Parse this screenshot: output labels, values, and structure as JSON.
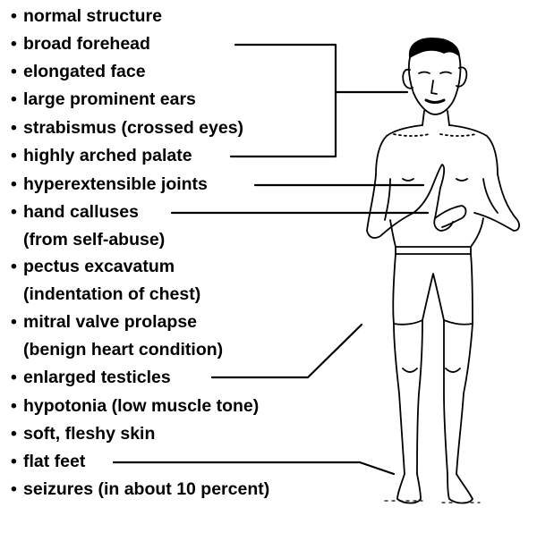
{
  "features": [
    {
      "text": "normal structure"
    },
    {
      "text": "broad forehead"
    },
    {
      "text": "elongated face"
    },
    {
      "text": "large prominent ears"
    },
    {
      "text": "strabismus (crossed eyes)"
    },
    {
      "text": "highly arched palate"
    },
    {
      "text": "hyperextensible joints"
    },
    {
      "text": "hand calluses",
      "note": "(from self-abuse)"
    },
    {
      "text": "pectus excavatum",
      "note": "(indentation of chest)"
    },
    {
      "text": "mitral valve prolapse",
      "note": "(benign heart condition)"
    },
    {
      "text": "enlarged testicles"
    },
    {
      "text": "hypotonia (low muscle tone)"
    },
    {
      "text": "soft, fleshy skin"
    },
    {
      "text": "flat feet"
    },
    {
      "text": "seizures (in about 10 percent)"
    }
  ]
}
